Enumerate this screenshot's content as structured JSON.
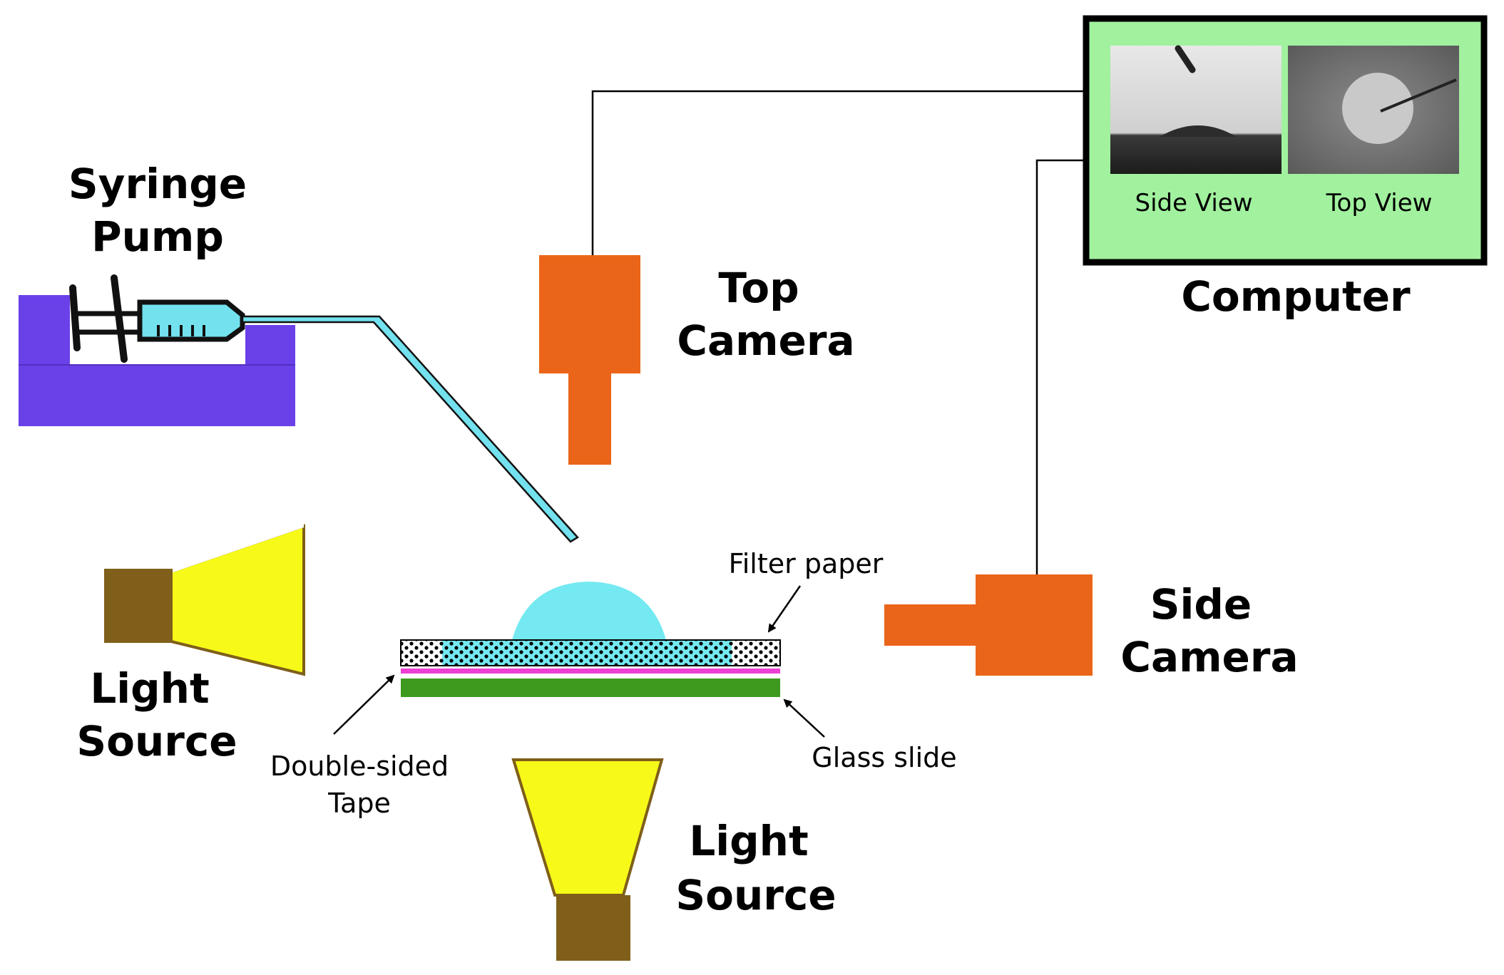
{
  "labels": {
    "syringe_pump": [
      "Syringe",
      "Pump"
    ],
    "top_camera": [
      "Top",
      "Camera"
    ],
    "side_camera": [
      "Side",
      "Camera"
    ],
    "computer": "Computer",
    "light_source_left": [
      "Light",
      "Source"
    ],
    "light_source_bottom": [
      "Light",
      "Source"
    ],
    "filter_paper": "Filter paper",
    "double_sided_tape": [
      "Double-sided",
      "Tape"
    ],
    "glass_slide": "Glass slide",
    "screen_side_view": "Side View",
    "screen_top_view": "Top View"
  },
  "colors": {
    "pump": "#6a40e8",
    "syringe_fluid": "#73e1ee",
    "camera": "#ea6519",
    "light_yellow": "#f7fa18",
    "light_base": "#7f5f1a",
    "computer_bg": "#a1f19e",
    "droplet": "#74e9f1",
    "tape": "#ee3fd4",
    "glass": "#3d9a1f"
  }
}
